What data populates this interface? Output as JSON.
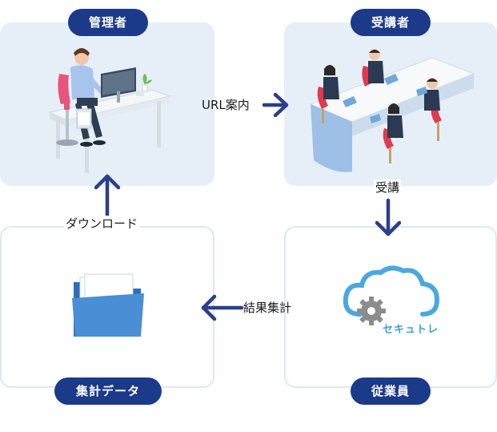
{
  "nodes": {
    "admin": {
      "label": "管理者"
    },
    "trainees": {
      "label": "受講者"
    },
    "employees": {
      "label": "従業員"
    },
    "aggregate_data": {
      "label": "集計データ"
    }
  },
  "edges": {
    "url_guide": {
      "label": "URL案内"
    },
    "attend": {
      "label": "受講"
    },
    "result_tally": {
      "label": "結果集計"
    },
    "download": {
      "label": "ダウンロード"
    }
  },
  "logo": {
    "text": "セキュトレ"
  },
  "colors": {
    "pill": "#1c3a8a",
    "arrow": "#2c3e8c",
    "panel_fill": "#e6eff8",
    "panel_border": "#dce8f4",
    "logo": "#3ea0dc",
    "folder": "#4a8fd6"
  }
}
